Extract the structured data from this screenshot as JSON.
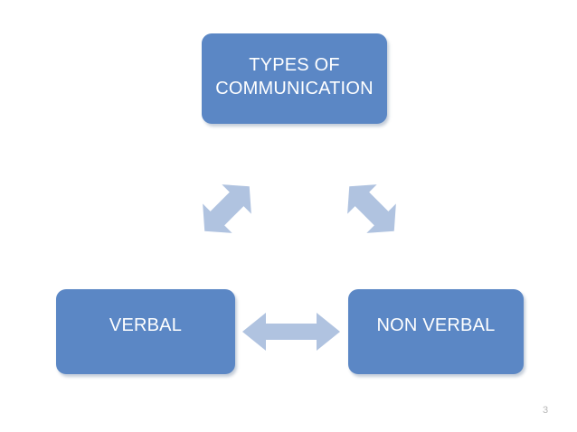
{
  "slide": {
    "background_color": "#ffffff",
    "number": "3"
  },
  "theme": {
    "box_fill": "#5b87c5",
    "box_text_color": "#ffffff",
    "arrow_fill": "#b0c3e0",
    "slide_number_color": "#b6b6b6"
  },
  "diagram": {
    "type": "triangle-relationship",
    "nodes": [
      {
        "id": "types-of-communication",
        "label": "TYPES OF\nCOMMUNICATION",
        "position": "top-center"
      },
      {
        "id": "verbal",
        "label": "VERBAL",
        "position": "bottom-left"
      },
      {
        "id": "non-verbal",
        "label": "NON VERBAL",
        "position": "bottom-right"
      }
    ],
    "connectors": [
      {
        "id": "top-to-verbal",
        "icon": "double-headed-diagonal-arrow-icon",
        "from": "types-of-communication",
        "to": "verbal",
        "direction": "bidirectional"
      },
      {
        "id": "top-to-non-verbal",
        "icon": "double-headed-diagonal-arrow-icon",
        "from": "types-of-communication",
        "to": "non-verbal",
        "direction": "bidirectional"
      },
      {
        "id": "verbal-to-non-verbal",
        "icon": "double-headed-horizontal-arrow-icon",
        "from": "verbal",
        "to": "non-verbal",
        "direction": "bidirectional"
      }
    ]
  }
}
